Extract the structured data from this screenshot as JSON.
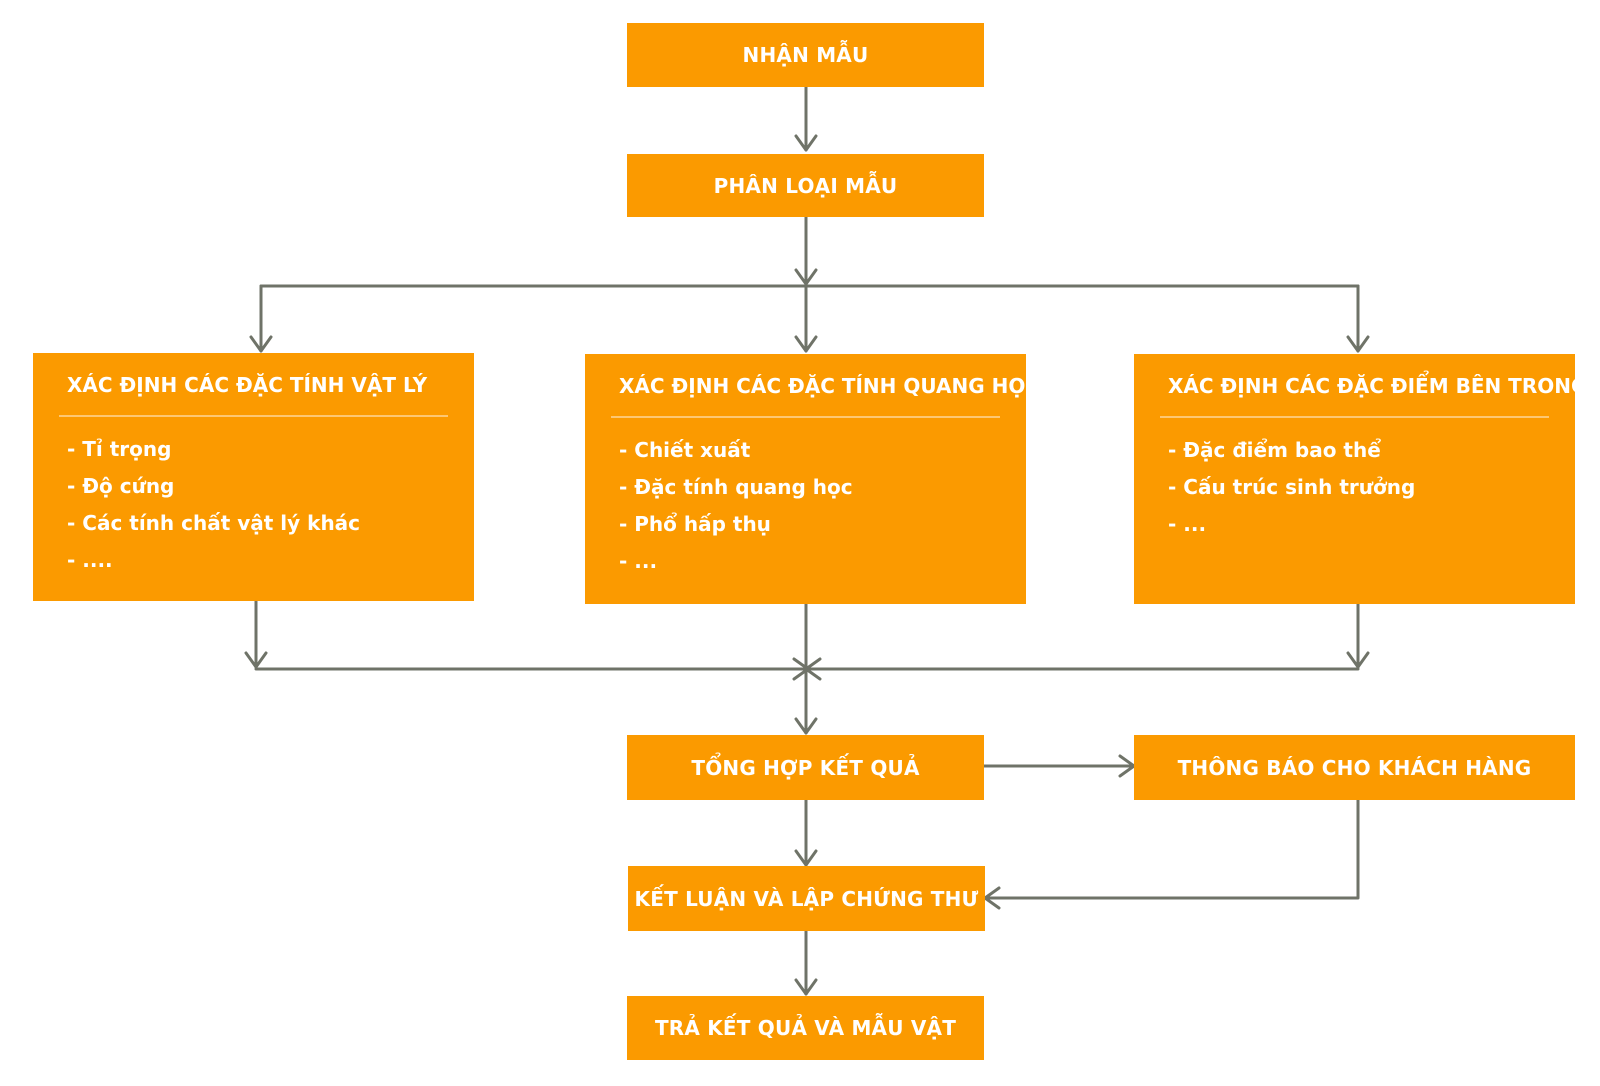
{
  "colors": {
    "box_fill": "#fb9a00",
    "box_text": "#ffffff",
    "connector": "#6f7368"
  },
  "steps": {
    "receive": "NHẬN MẪU",
    "classify": "PHÂN LOẠI MẪU",
    "summarize": "TỔNG HỢP KẾT QUẢ",
    "notify": "THÔNG BÁO CHO KHÁCH HÀNG",
    "conclude": "KẾT LUẬN VÀ LẬP CHỨNG THƯ",
    "return": "TRẢ KẾT QUẢ VÀ MẪU VẬT"
  },
  "panels": [
    {
      "title": "XÁC ĐỊNH CÁC ĐẶC TÍNH VẬT LÝ",
      "items": [
        "- Tỉ trọng",
        "- Độ cứng",
        "- Các tính chất vật lý khác",
        "- ...."
      ]
    },
    {
      "title": "XÁC ĐỊNH CÁC ĐẶC TÍNH QUANG HỌC",
      "items": [
        "- Chiết xuất",
        "- Đặc tính quang học",
        "- Phổ hấp thụ",
        "- ..."
      ]
    },
    {
      "title": "XÁC ĐỊNH CÁC ĐẶC ĐIỂM BÊN TRONG",
      "items": [
        "- Đặc điểm bao thể",
        "- Cấu trúc sinh trưởng",
        "- ..."
      ]
    }
  ]
}
